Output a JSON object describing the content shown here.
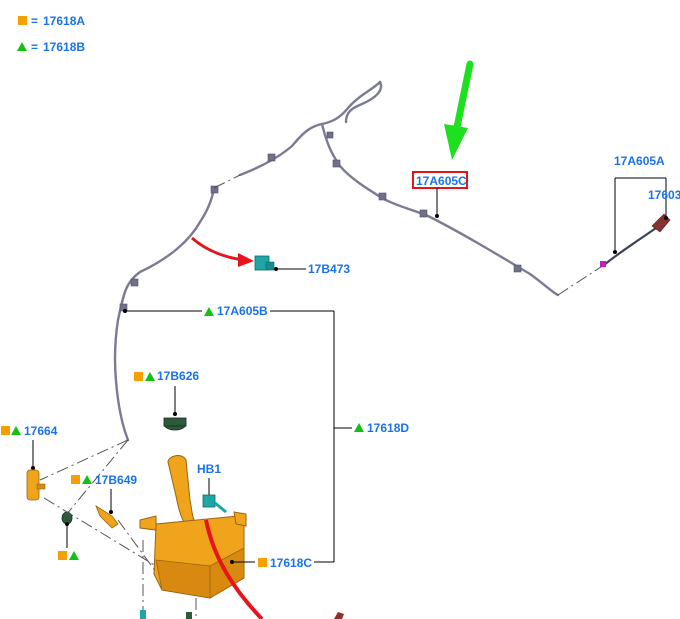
{
  "legend": [
    {
      "symbol": "square",
      "equals": "=",
      "code": "17618A"
    },
    {
      "symbol": "triangle",
      "equals": "=",
      "code": "17618B"
    }
  ],
  "callouts": {
    "c17A605C": "17A605C",
    "c17A605A": "17A605A",
    "c17603": "17603",
    "c17B473": "17B473",
    "c17A605B": "17A605B",
    "c17B626": "17B626",
    "c17618D": "17618D",
    "c17664": "17664",
    "cHB1": "HB1",
    "c17B649": "17B649",
    "c17618C": "17618C"
  },
  "colors": {
    "label": "#1a73e8",
    "square_marker": "#f5a000",
    "triangle_marker": "#12c212",
    "highlight_box": "#e8141c",
    "green_arrow": "#1ee01e",
    "red_arrow": "#e8141c",
    "hose": "#7b7b93",
    "reservoir": "#f0a41c",
    "connector": "#1ea5a5"
  }
}
